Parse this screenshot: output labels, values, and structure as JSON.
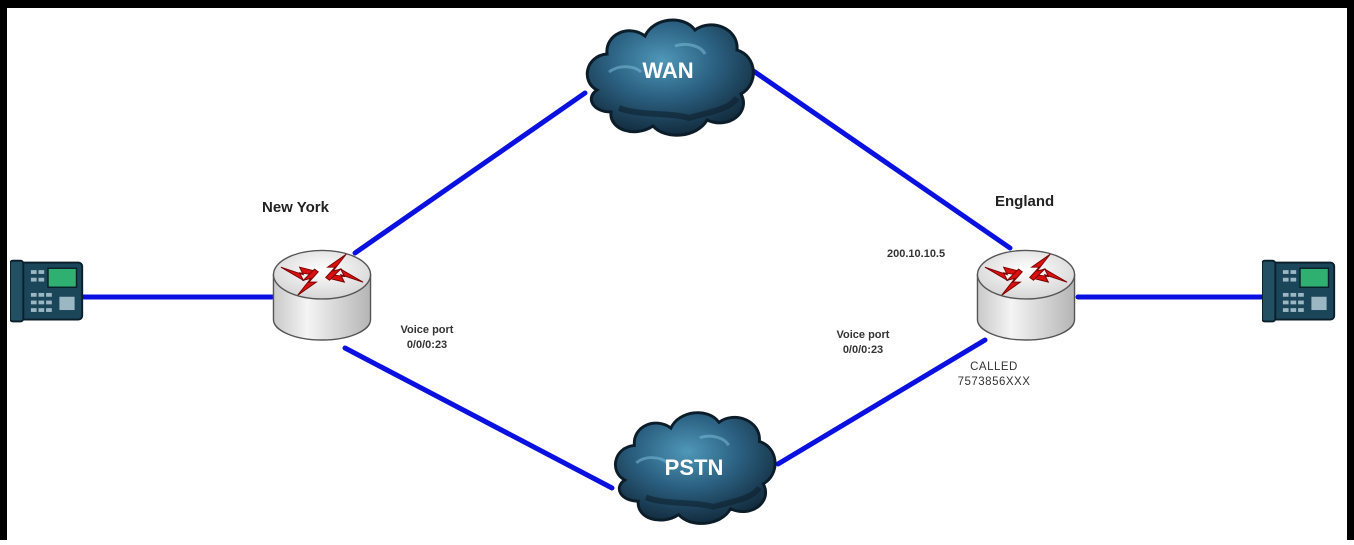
{
  "nodes": {
    "wan": {
      "label": "WAN"
    },
    "pstn": {
      "label": "PSTN"
    },
    "new_york": {
      "label": "New York"
    },
    "england": {
      "label": "England",
      "ip": "200.10.10.5"
    }
  },
  "annotations": {
    "ny_voice_port": {
      "line1": "Voice port",
      "line2": "0/0/0:23"
    },
    "eng_voice_port": {
      "line1": "Voice port",
      "line2": "0/0/0:23"
    },
    "called": {
      "line1": "CALLED",
      "line2": "7573856XXX"
    }
  },
  "colors": {
    "link": "#0a10e0",
    "cloud_dark": "#0f2434",
    "cloud_light": "#3e87a8",
    "router_body": "#e6e6e6",
    "arrow": "#d81010",
    "phone": "#1b4558",
    "phone_screen": "#2fb070"
  },
  "icons": [
    "cloud-icon",
    "router-icon",
    "ip-phone-icon"
  ]
}
